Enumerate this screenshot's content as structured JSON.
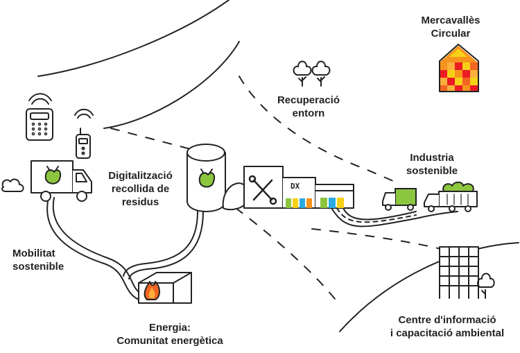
{
  "labels": {
    "mercavalles": [
      "Mercavallès",
      "Circular"
    ],
    "recuperacio": [
      "Recuperació",
      "entorn"
    ],
    "digitalitzacio": [
      "Digitalització",
      "recollida de",
      "residus"
    ],
    "industria": [
      "Industria",
      "sostenible"
    ],
    "mobilitat": [
      "Mobilitat",
      "sostenible"
    ],
    "energia": [
      "Energia:",
      "Comunitat energètica"
    ],
    "centre": [
      "Centre d'informació",
      "i capacitació ambiental"
    ]
  },
  "building_sign": "DX",
  "colors": {
    "ink": "#222222",
    "green": "#8cc63f",
    "fire_orange": "#f26522",
    "fire_yellow": "#fbb03b",
    "yellow": "#f7d117",
    "blue": "#29abe2",
    "orange": "#f7941d",
    "red": "#ed1c24"
  },
  "icons": [
    "phone-icon",
    "walkie-talkie-icon",
    "garbage-truck-icon",
    "waste-bag-icon",
    "tank-icon",
    "tools-icon",
    "factory-icon",
    "green-truck-icon",
    "lorry-icon",
    "tree-icon",
    "fire-icon",
    "house-icon",
    "tower-icon",
    "mosaic-house-icon"
  ]
}
